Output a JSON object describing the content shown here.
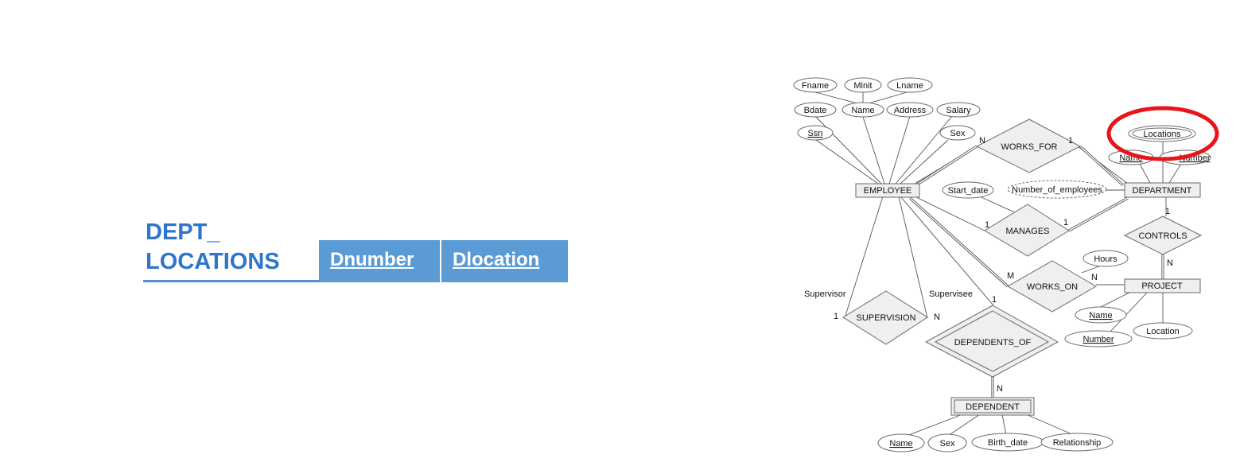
{
  "relation": {
    "name_line1": "DEPT_",
    "name_line2": "LOCATIONS",
    "columns": [
      "Dnumber",
      "Dlocation"
    ]
  },
  "er": {
    "entities": {
      "employee": "EMPLOYEE",
      "department": "DEPARTMENT",
      "project": "PROJECT",
      "dependent": "DEPENDENT"
    },
    "relationships": {
      "works_for": "WORKS_FOR",
      "manages": "MANAGES",
      "works_on": "WORKS_ON",
      "controls": "CONTROLS",
      "supervision": "SUPERVISION",
      "dependents_of": "DEPENDENTS_OF"
    },
    "attributes": {
      "fname": "Fname",
      "minit": "Minit",
      "lname": "Lname",
      "bdate": "Bdate",
      "emp_name": "Name",
      "address": "Address",
      "salary": "Salary",
      "ssn": "Ssn",
      "sex": "Sex",
      "start_date": "Start_date",
      "number_of_employees": "Number_of_employees",
      "locations": "Locations",
      "dept_name": "Name",
      "dept_number": "Number",
      "hours": "Hours",
      "proj_name": "Name",
      "proj_number": "Number",
      "location": "Location",
      "dep_name": "Name",
      "dep_sex": "Sex",
      "birth_date": "Birth_date",
      "relationship": "Relationship"
    },
    "roles": {
      "supervisor": "Supervisor",
      "supervisee": "Supervisee"
    },
    "cardinalities": {
      "wf_emp": "N",
      "wf_dept": "1",
      "mg_emp": "1",
      "mg_dept": "1",
      "wo_emp": "M",
      "wo_proj": "N",
      "ct_dept": "1",
      "ct_proj": "N",
      "sv_sup": "1",
      "sv_sub": "N",
      "do_emp": "1",
      "do_dep": "N"
    },
    "highlight_color": "#e8141c"
  }
}
